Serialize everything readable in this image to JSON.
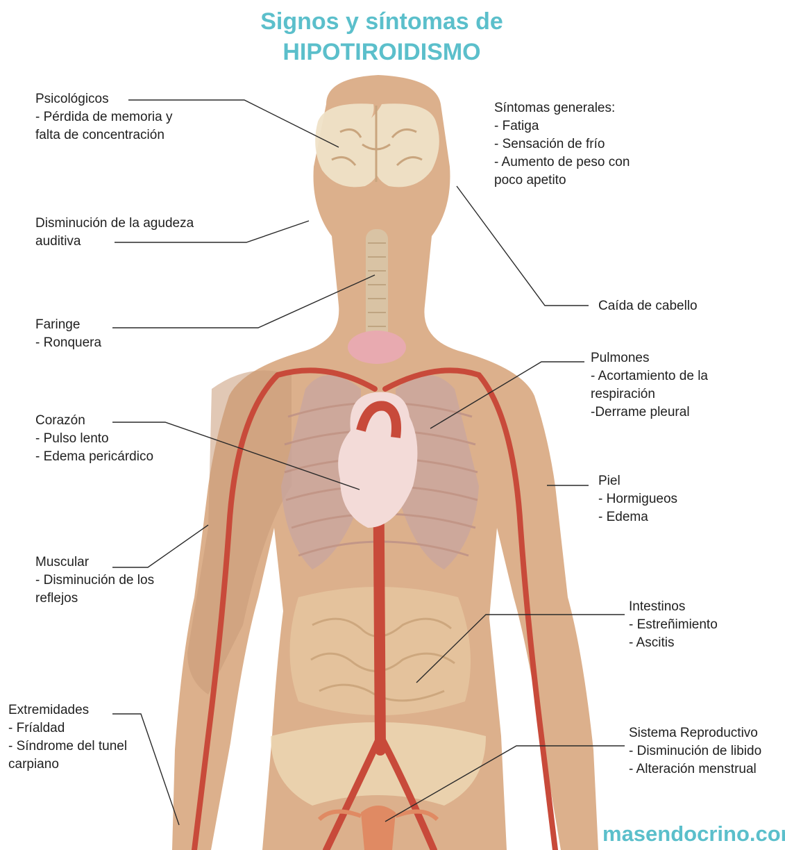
{
  "title": {
    "line1": "Signos y síntomas de",
    "line2": "HIPOTIROIDISMO"
  },
  "labels": {
    "psicologicos": {
      "heading": "Psicológicos",
      "items": [
        "- Pérdida de memoria y",
        "falta de concentración"
      ]
    },
    "generales": {
      "heading": "Síntomas generales:",
      "items": [
        "- Fatiga",
        "- Sensación de frío",
        "- Aumento de peso con",
        "poco apetito"
      ]
    },
    "auditiva": {
      "heading": "Disminución de la agudeza",
      "items": [
        "auditiva"
      ]
    },
    "cabello": {
      "heading": "Caída de cabello",
      "items": []
    },
    "faringe": {
      "heading": "Faringe",
      "items": [
        "- Ronquera"
      ]
    },
    "pulmones": {
      "heading": "Pulmones",
      "items": [
        "- Acortamiento de la",
        "respiración",
        "-Derrame pleural"
      ]
    },
    "corazon": {
      "heading": "Corazón",
      "items": [
        "- Pulso lento",
        "- Edema pericárdico"
      ]
    },
    "piel": {
      "heading": "Piel",
      "items": [
        "- Hormigueos",
        "- Edema"
      ]
    },
    "muscular": {
      "heading": "Muscular",
      "items": [
        "- Disminución de los",
        "reflejos"
      ]
    },
    "intestinos": {
      "heading": "Intestinos",
      "items": [
        "- Estreñimiento",
        "- Ascitis"
      ]
    },
    "extremidades": {
      "heading": "Extremidades",
      "items": [
        "- Fríaldad",
        "- Síndrome del tunel",
        "carpiano"
      ]
    },
    "reproductivo": {
      "heading": "Sistema Reproductivo",
      "items": [
        "- Disminución de libido",
        "- Alteración menstrual"
      ]
    }
  },
  "brand": "masendocrino.com",
  "colors": {
    "title": "#5bbfcb",
    "skin": "#dcb08c",
    "artery": "#c84a3a",
    "lines": "#2a2a2a",
    "text": "#1f1f1f"
  }
}
